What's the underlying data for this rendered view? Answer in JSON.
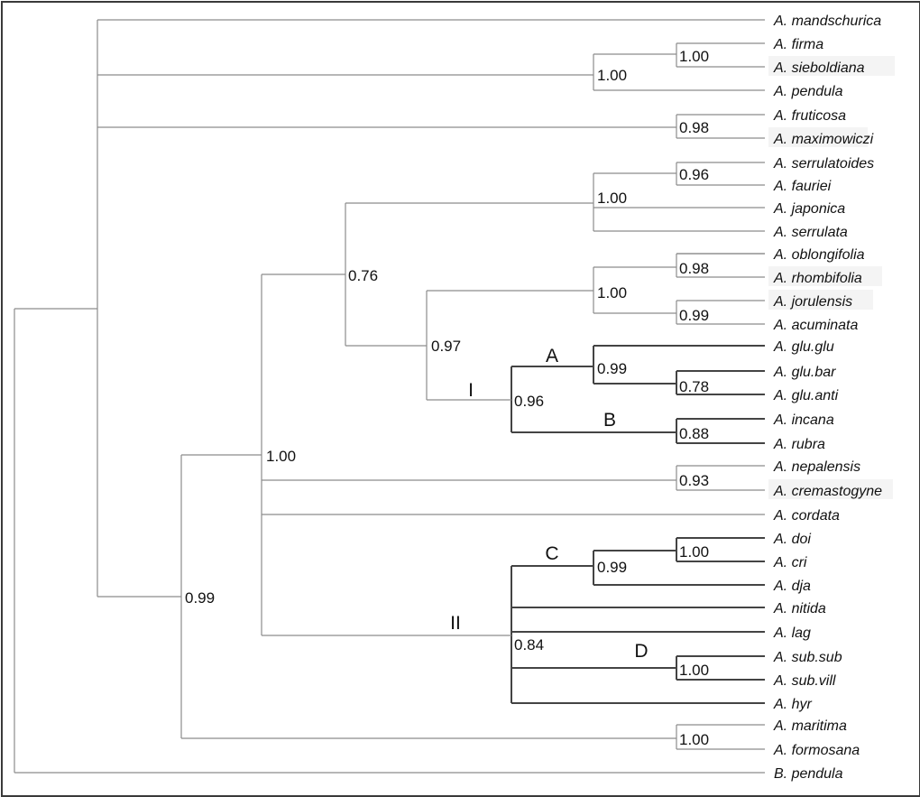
{
  "tree": {
    "taxa": [
      {
        "genus": "A.",
        "species": "mandschurica"
      },
      {
        "genus": "A.",
        "species": "firma"
      },
      {
        "genus": "A.",
        "species": "sieboldiana"
      },
      {
        "genus": "A.",
        "species": "pendula"
      },
      {
        "genus": "A.",
        "species": "fruticosa"
      },
      {
        "genus": "A.",
        "species": "maximowiczi"
      },
      {
        "genus": "A.",
        "species": "serrulatoides"
      },
      {
        "genus": "A.",
        "species": "fauriei"
      },
      {
        "genus": "A.",
        "species": "japonica"
      },
      {
        "genus": "A.",
        "species": "serrulata"
      },
      {
        "genus": "A.",
        "species": "oblongifolia"
      },
      {
        "genus": "A.",
        "species": "rhombifolia"
      },
      {
        "genus": "A.",
        "species": "jorulensis"
      },
      {
        "genus": "A.",
        "species": "acuminata"
      },
      {
        "genus": "A.",
        "species": "glu.glu"
      },
      {
        "genus": "A.",
        "species": "glu.bar"
      },
      {
        "genus": "A.",
        "species": "glu.anti"
      },
      {
        "genus": "A.",
        "species": "incana"
      },
      {
        "genus": "A.",
        "species": "rubra"
      },
      {
        "genus": "A.",
        "species": "nepalensis"
      },
      {
        "genus": "A.",
        "species": "cremastogyne"
      },
      {
        "genus": "A.",
        "species": "cordata"
      },
      {
        "genus": "A.",
        "species": "doi"
      },
      {
        "genus": "A.",
        "species": "cri"
      },
      {
        "genus": "A.",
        "species": "dja"
      },
      {
        "genus": "A.",
        "species": "nitida"
      },
      {
        "genus": "A.",
        "species": "lag"
      },
      {
        "genus": "A.",
        "species": "sub.sub"
      },
      {
        "genus": "A.",
        "species": "sub.vill"
      },
      {
        "genus": "A.",
        "species": "hyr"
      },
      {
        "genus": "A.",
        "species": "maritima"
      },
      {
        "genus": "A.",
        "species": "formosana"
      },
      {
        "genus": "B.",
        "species": "pendula"
      }
    ],
    "support_values": [
      "1.00",
      "1.00",
      "0.98",
      "0.96",
      "1.00",
      "0.76",
      "0.98",
      "1.00",
      "0.99",
      "0.97",
      "0.99",
      "0.78",
      "0.96",
      "0.88",
      "1.00",
      "0.93",
      "1.00",
      "0.99",
      "0.84",
      "1.00",
      "0.99",
      "1.00"
    ],
    "clade_labels": [
      "A",
      "I",
      "B",
      "C",
      "II",
      "D"
    ]
  }
}
